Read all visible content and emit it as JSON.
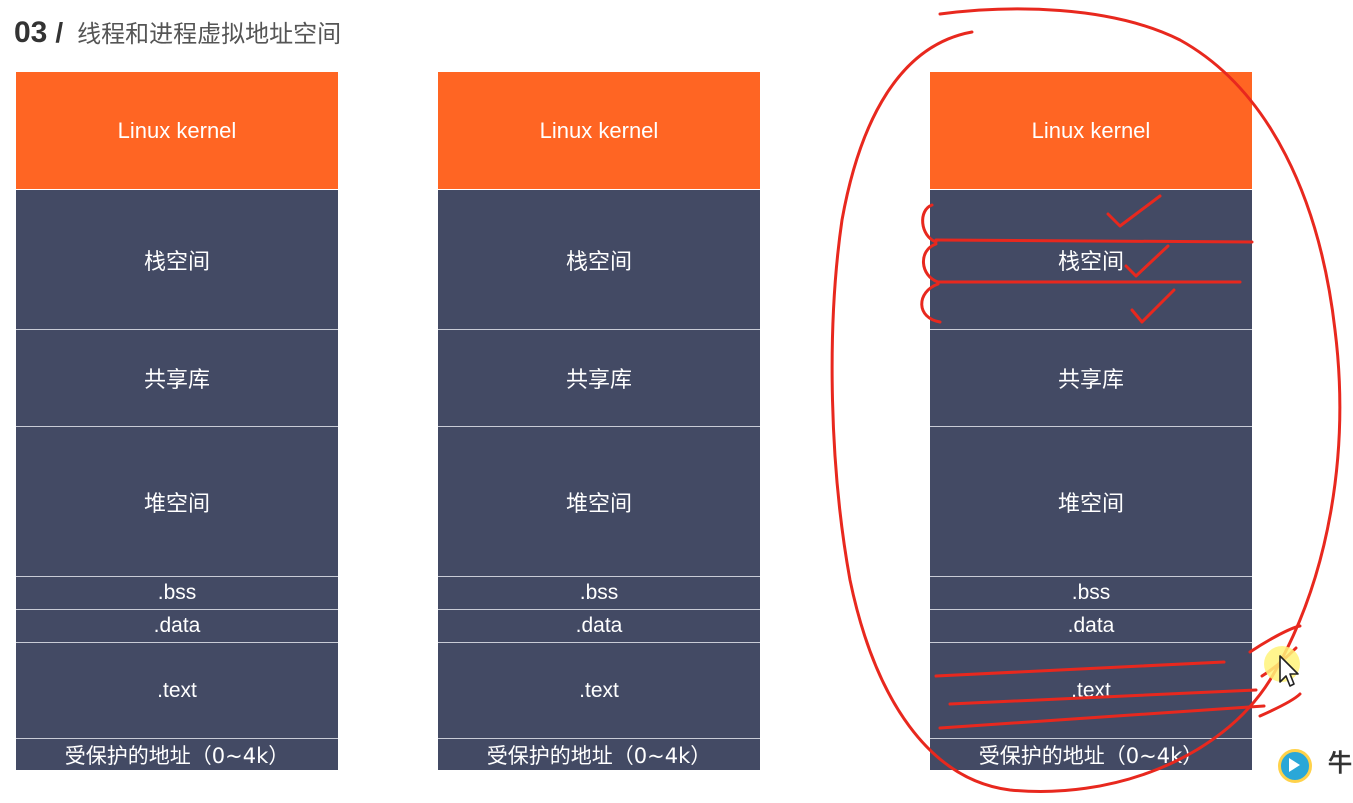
{
  "title": {
    "number": "03",
    "slash": "/",
    "text": "线程和进程虚拟地址空间"
  },
  "columns": [
    {
      "segments": {
        "kernel": "Linux kernel",
        "stack": "栈空间",
        "shared": "共享库",
        "heap": "堆空间",
        "bss": ".bss",
        "data": ".data",
        "text": ".text",
        "protected": "受保护的地址（0~4k）"
      }
    },
    {
      "segments": {
        "kernel": "Linux kernel",
        "stack": "栈空间",
        "shared": "共享库",
        "heap": "堆空间",
        "bss": ".bss",
        "data": ".data",
        "text": ".text",
        "protected": "受保护的地址（0~4k）"
      }
    },
    {
      "segments": {
        "kernel": "Linux kernel",
        "stack": "栈空间",
        "shared": "共享库",
        "heap": "堆空间",
        "bss": ".bss",
        "data": ".data",
        "text": ".text",
        "protected": "受保护的地址（0~4k）"
      }
    }
  ],
  "logo": {
    "char": "牛"
  },
  "colors": {
    "kernel": "#ff6523",
    "segment": "#434a64",
    "annotation": "#e8281e"
  },
  "icons": {
    "cursor": "cursor-arrow-icon",
    "logo": "niuke-logo-icon"
  }
}
